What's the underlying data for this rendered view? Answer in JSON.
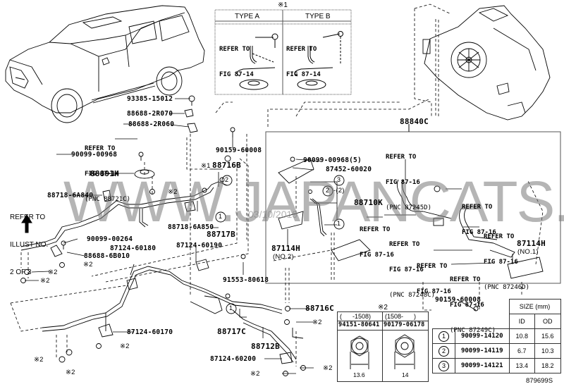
{
  "figure_id": "879699S",
  "watermark": {
    "text": "WWW.JAPANCATS.RU",
    "date_stamp": "03/10/2019"
  },
  "type_inset": {
    "mark": "※1",
    "type_a": {
      "title": "TYPE A",
      "ref_line1": "REFER TO",
      "ref_line2": "FIG 87-14"
    },
    "type_b": {
      "title": "TYPE B",
      "ref_line1": "REFER TO",
      "ref_line2": "FIG 87-14"
    }
  },
  "left_note": {
    "line1": "REFER TO",
    "line2": "ILLUST NO.",
    "line3": "2 OF 3"
  },
  "refer_87_14": {
    "line1": "REFER TO",
    "line2": "FIG 87-14",
    "line3": "(PNC 88721C)"
  },
  "parts": {
    "p93385_15012": "93385-15012",
    "p88688_2R070": "88688-2R070",
    "p88688_2R060": "88688-2R060",
    "p90099_00968": "90099-00968",
    "p88891H": "88891H",
    "p88718_6A840": "88718-6A840",
    "p90099_00264": "90099-00264",
    "p88688_6B010": "88688-6B010",
    "p87124_60180": "87124-60180",
    "p90159_60008_top": "90159-60008",
    "p88716B": "88716B",
    "p88716B_mark": "※1",
    "p88718_6A850": "88718-6A850",
    "p88717B": "88717B",
    "p87124_60190": "87124-60190",
    "p91553_80618": "91553-80618",
    "p88840C": "88840C",
    "p90099_00968_5": "90099-00968(5)",
    "p87452_60020": "87452-60020",
    "p88710K": "88710K",
    "p88710K_sub2": "-(2)",
    "p87114H_no2": "87114H",
    "p87114H_no2_sub": "(NO.2)",
    "p87114H_no1": "87114H",
    "p87114H_no1_sub": "(NO.1)",
    "p88716C": "88716C",
    "p88717C": "88717C",
    "p88712B": "88712B",
    "p87124_60170": "87124-60170",
    "p87124_60200": "87124-60200",
    "p90159_60008_bottom": "90159-60008",
    "mark2": "※2"
  },
  "callouts": {
    "c1": "1",
    "c2": "2",
    "c3": "3"
  },
  "fig87_16_refs": [
    {
      "line1": "REFER TO",
      "line2": "FIG 87-16",
      "line3": "(PNC 87245D)"
    },
    {
      "line1": "REFER TO",
      "line2": "FIG 87-16",
      "line3": ""
    },
    {
      "line1": "REFER TO",
      "line2": "FIG 87-16",
      "line3": ""
    },
    {
      "line1": "REFER TO",
      "line2": "FIG 87-16",
      "line3": "(PNC 87248C)"
    },
    {
      "line1": "REFER TO",
      "line2": "FIG 87-16",
      "line3": "(PNC 87246D)"
    },
    {
      "line1": "REFER TO",
      "line2": "FIG 87-16",
      "line3": ""
    },
    {
      "line1": "REFER TO",
      "line2": "FIG 87-16",
      "line3": "(PNC 87249C)"
    }
  ],
  "nut_table": {
    "mark": "※2",
    "columns": [
      {
        "range": "(      -1508)",
        "part": "94151-80641",
        "dimension": "13.6"
      },
      {
        "range": "(1508-      )",
        "part": "90179-06178",
        "dimension": "14"
      }
    ]
  },
  "size_table": {
    "header": "SIZE (mm)",
    "col_id": "ID",
    "col_od": "OD",
    "rows": [
      {
        "ref": "1",
        "part": "90099-14120",
        "id": "10.8",
        "od": "15.6"
      },
      {
        "ref": "2",
        "part": "90099-14119",
        "id": "6.7",
        "od": "10.3"
      },
      {
        "ref": "3",
        "part": "90099-14121",
        "id": "13.4",
        "od": "18.2"
      }
    ]
  }
}
